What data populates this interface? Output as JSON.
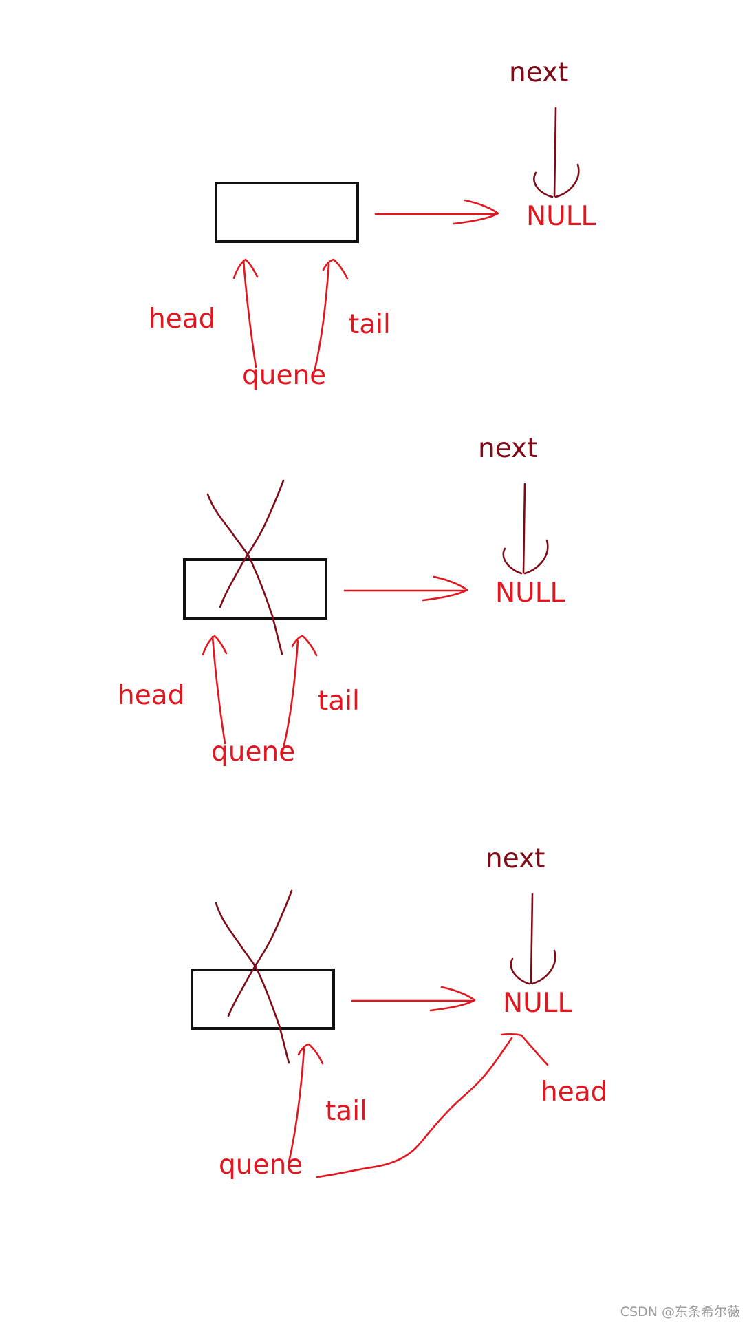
{
  "colors": {
    "label_red": "#e3151f",
    "label_dark": "#7d0a16",
    "node_border": "#111111",
    "watermark": "#9a9a9a"
  },
  "panels": [
    {
      "state": "initial",
      "labels": {
        "next": "next",
        "null": "NULL",
        "head": "head",
        "tail": "tail",
        "queue": "quene"
      },
      "node_crossed_out": false
    },
    {
      "state": "node-freed",
      "labels": {
        "next": "next",
        "null": "NULL",
        "head": "head",
        "tail": "tail",
        "queue": "quene"
      },
      "node_crossed_out": true
    },
    {
      "state": "head-moved-to-null",
      "labels": {
        "next": "next",
        "null": "NULL",
        "head": "head",
        "tail": "tail",
        "queue": "quene"
      },
      "node_crossed_out": true
    }
  ],
  "watermark": "CSDN @东条希尔薇"
}
